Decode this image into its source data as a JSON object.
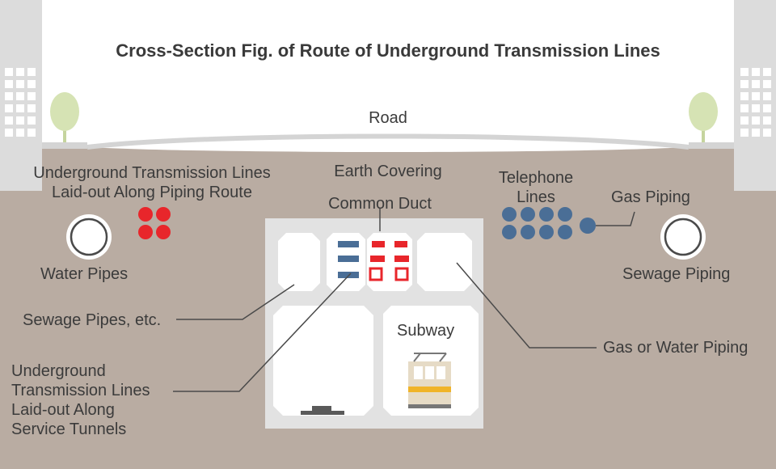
{
  "title": "Cross-Section Fig. of Route of Underground Transmission Lines",
  "labels": {
    "road": "Road",
    "ug_piping_route": "Underground Transmission Lines\nLaid-out Along Piping Route",
    "earth_covering": "Earth Covering",
    "common_duct": "Common Duct",
    "telephone_lines": "Telephone\nLines",
    "gas_piping": "Gas Piping",
    "water_pipes": "Water Pipes",
    "sewage_piping": "Sewage Piping",
    "sewage_pipes_etc": "Sewage Pipes, etc.",
    "subway": "Subway",
    "gas_or_water_piping": "Gas or Water Piping",
    "ug_service_tunnels": "Underground\nTransmission Lines\nLaid-out Along\nService Tunnels"
  },
  "colors": {
    "sky": "#ffffff",
    "ground": "#b9aca2",
    "building": "#dcdcdc",
    "tree": "#d6e3b4",
    "cable_red": "#e8262b",
    "telephone_blue": "#4a6e96",
    "tunnel": "#e4e4e4",
    "subway_stripe": "#f0b429"
  }
}
